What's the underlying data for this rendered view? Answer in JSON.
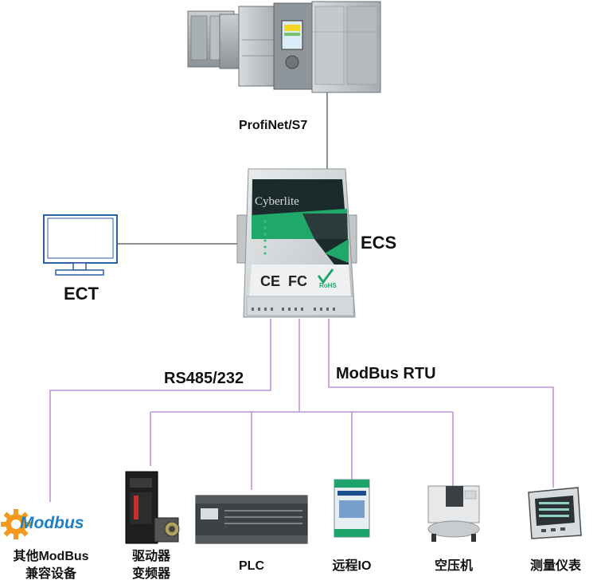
{
  "labels": {
    "profinet": "ProfiNet/S7",
    "ecs": "ECS",
    "ect": "ECT",
    "rs485": "RS485/232",
    "modbus_rtu": "ModBus RTU"
  },
  "gateway": {
    "brand": "Cyberlite",
    "ce_mark": "CE",
    "fc_mark": "FC",
    "rohs_mark": "RoHS"
  },
  "modbus_logo": "Modbus",
  "devices": [
    {
      "line1": "其他ModBus",
      "line2": "兼容设备"
    },
    {
      "line1": "驱动器",
      "line2": "变频器"
    },
    {
      "line1": "PLC",
      "line2": ""
    },
    {
      "line1": "远程IO",
      "line2": ""
    },
    {
      "line1": "空压机",
      "line2": ""
    },
    {
      "line1": "测量仪表",
      "line2": ""
    }
  ],
  "colors": {
    "line_black": "#222222",
    "line_purple": "#b07ccf",
    "gateway_green": "#1fa86a",
    "gateway_dark": "#1b2a2a",
    "modbus_orange": "#f39a1e",
    "modbus_blue": "#1d7fc4"
  }
}
